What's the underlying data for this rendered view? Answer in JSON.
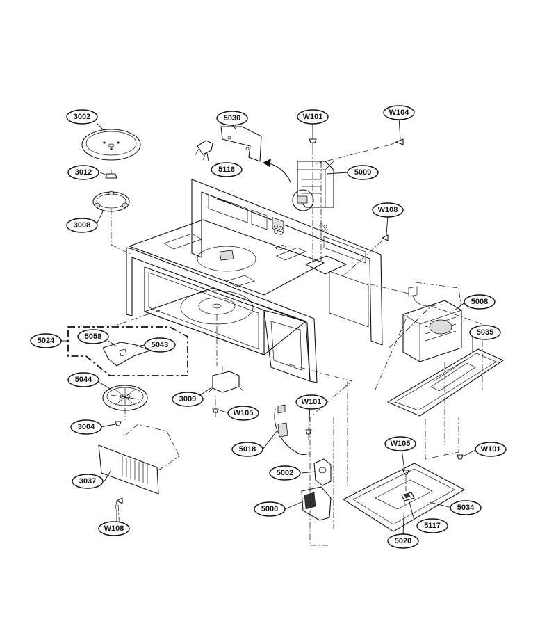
{
  "diagram": {
    "callouts": [
      {
        "id": "c-3002",
        "label": "3002"
      },
      {
        "id": "c-3012",
        "label": "3012"
      },
      {
        "id": "c-3008",
        "label": "3008"
      },
      {
        "id": "c-5030",
        "label": "5030"
      },
      {
        "id": "c-5116",
        "label": "5116"
      },
      {
        "id": "c-w101-top",
        "label": "W101"
      },
      {
        "id": "c-w104",
        "label": "W104"
      },
      {
        "id": "c-5009",
        "label": "5009"
      },
      {
        "id": "c-w108-top",
        "label": "W108"
      },
      {
        "id": "c-5008",
        "label": "5008"
      },
      {
        "id": "c-5035",
        "label": "5035"
      },
      {
        "id": "c-5024",
        "label": "5024"
      },
      {
        "id": "c-5058",
        "label": "5058"
      },
      {
        "id": "c-5043",
        "label": "5043"
      },
      {
        "id": "c-5044",
        "label": "5044"
      },
      {
        "id": "c-3009",
        "label": "3009"
      },
      {
        "id": "c-w105-left",
        "label": "W105"
      },
      {
        "id": "c-w101-mid",
        "label": "W101"
      },
      {
        "id": "c-3004",
        "label": "3004"
      },
      {
        "id": "c-5018",
        "label": "5018"
      },
      {
        "id": "c-w105-right",
        "label": "W105"
      },
      {
        "id": "c-w101-right",
        "label": "W101"
      },
      {
        "id": "c-3037",
        "label": "3037"
      },
      {
        "id": "c-5002",
        "label": "5002"
      },
      {
        "id": "c-5034",
        "label": "5034"
      },
      {
        "id": "c-5000",
        "label": "5000"
      },
      {
        "id": "c-5117",
        "label": "5117"
      },
      {
        "id": "c-w108-bottom",
        "label": "W108"
      },
      {
        "id": "c-5020",
        "label": "5020"
      }
    ]
  },
  "colors": {
    "ink": "#111111",
    "background": "#ffffff"
  }
}
